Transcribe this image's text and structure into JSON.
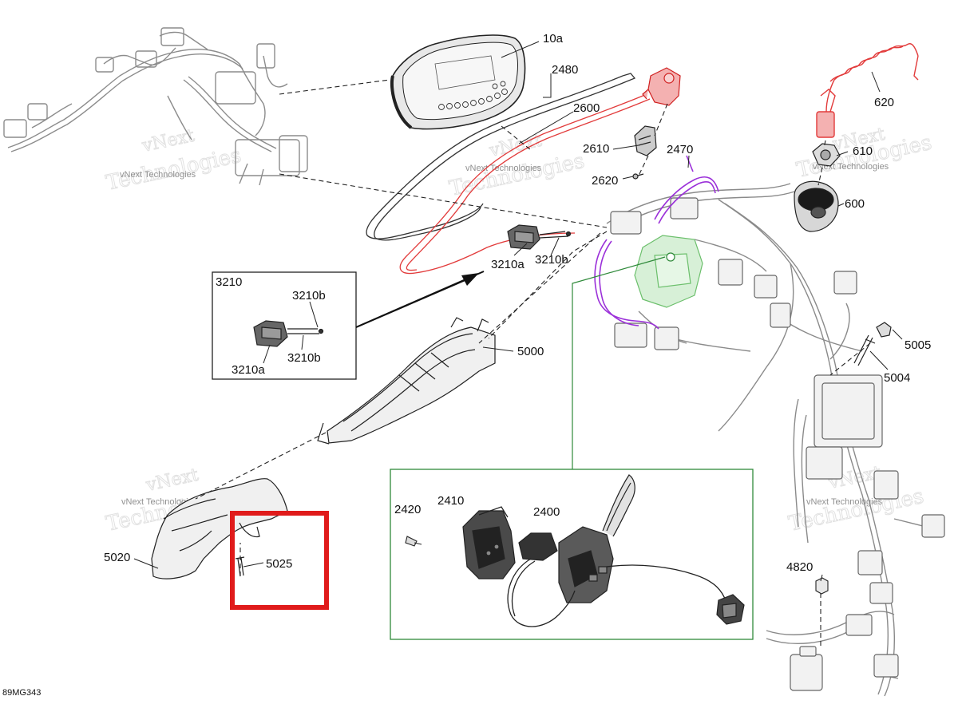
{
  "diagram_code": "89MG343",
  "watermark": "vNext Technologies",
  "parts": {
    "p10a": "10a",
    "p2480": "2480",
    "p2600": "2600",
    "p620": "620",
    "p2610": "2610",
    "p2470": "2470",
    "p610": "610",
    "p2620": "2620",
    "p600": "600",
    "p3210": "3210",
    "p3210a": "3210a",
    "p3210b": "3210b",
    "p5000": "5000",
    "p5005": "5005",
    "p5004": "5004",
    "p5020": "5020",
    "p5025": "5025",
    "p2420": "2420",
    "p2410": "2410",
    "p2400": "2400",
    "p4820": "4820"
  },
  "highlight": {
    "part": "5025",
    "color": "#e01b1b"
  },
  "colors": {
    "red_part": "#e23b3b",
    "purple_part": "#9b30d9",
    "green_part": "#2f8a3a",
    "line": "#222222",
    "light_line": "#9a9a9a"
  }
}
